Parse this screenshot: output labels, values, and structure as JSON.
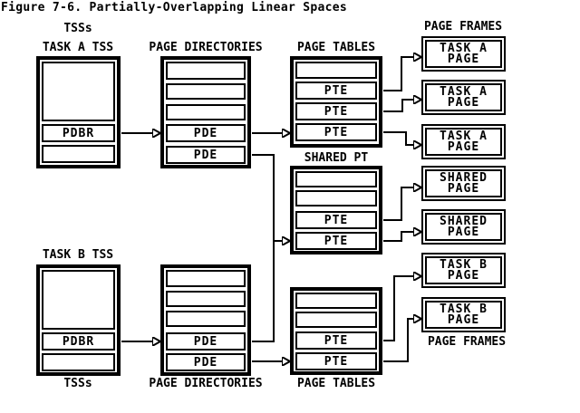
{
  "title": "Figure 7-6. Partially-Overlapping Linear Spaces",
  "colors": {
    "ink": "#000000",
    "paper": "#ffffff"
  },
  "column_labels": {
    "tsss_top": "TSSs",
    "tsss_bottom": "TSSs",
    "page_directories_top": "PAGE DIRECTORIES",
    "page_directories_bottom": "PAGE DIRECTORIES",
    "page_tables_top": "PAGE TABLES",
    "page_tables_bottom": "PAGE TABLES",
    "page_frames_top": "PAGE FRAMES",
    "page_frames_bottom": "PAGE FRAMES",
    "shared_pt": "SHARED PT"
  },
  "tss_a": {
    "label": "TASK A TSS",
    "cells": [
      "",
      "PDBR",
      ""
    ]
  },
  "tss_b": {
    "label": "TASK B TSS",
    "cells": [
      "",
      "PDBR",
      ""
    ]
  },
  "page_directory_a": {
    "cells": [
      "",
      "",
      "",
      "PDE",
      "PDE"
    ]
  },
  "page_directory_b": {
    "cells": [
      "",
      "",
      "",
      "PDE",
      "PDE"
    ]
  },
  "page_table_a": {
    "cells": [
      "",
      "PTE",
      "PTE",
      "PTE"
    ]
  },
  "page_table_shared": {
    "cells": [
      "",
      "",
      "PTE",
      "PTE"
    ]
  },
  "page_table_b": {
    "cells": [
      "",
      "",
      "PTE",
      "PTE"
    ]
  },
  "page_frames": [
    {
      "line1": "TASK A",
      "line2": "PAGE"
    },
    {
      "line1": "TASK A",
      "line2": "PAGE"
    },
    {
      "line1": "TASK A",
      "line2": "PAGE"
    },
    {
      "line1": "SHARED",
      "line2": "PAGE"
    },
    {
      "line1": "SHARED",
      "line2": "PAGE"
    },
    {
      "line1": "TASK B",
      "line2": "PAGE"
    },
    {
      "line1": "TASK B",
      "line2": "PAGE"
    }
  ]
}
